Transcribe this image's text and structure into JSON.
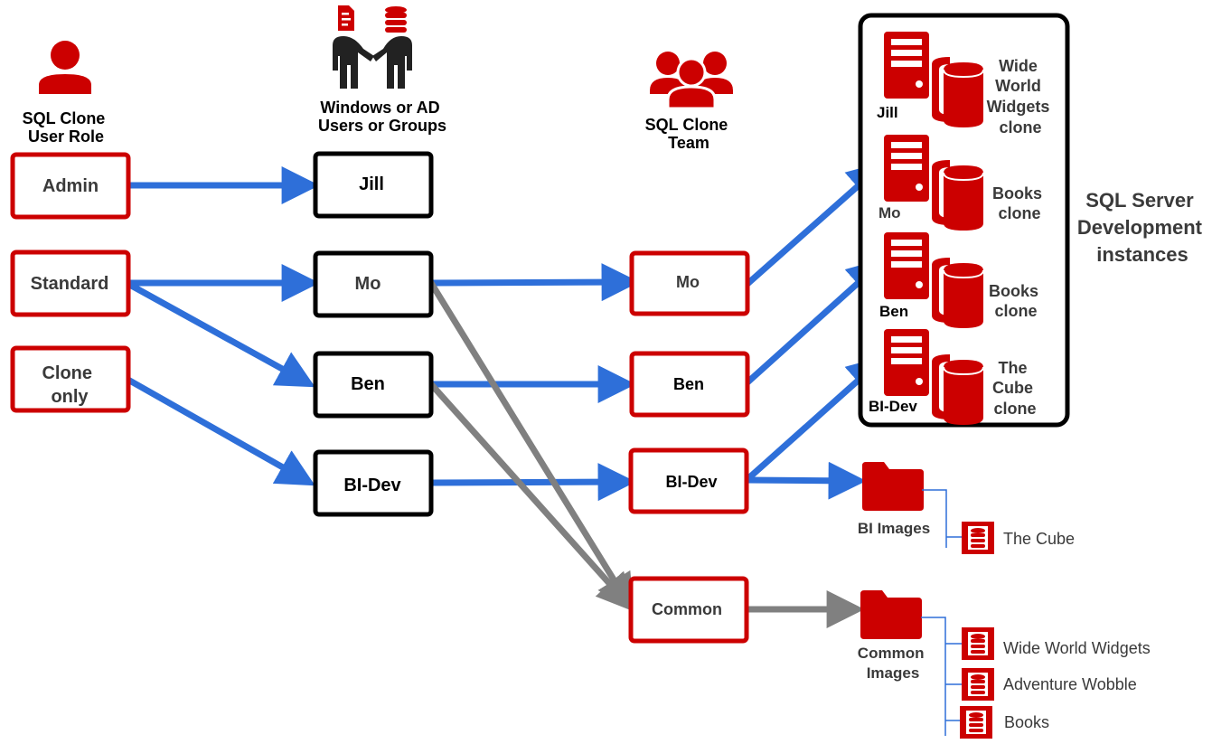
{
  "colors": {
    "red": "#CC0000",
    "blue": "#2E6FD9",
    "grey_arrow": "#808080",
    "black": "#000000",
    "text_dark": "#3A3A3A"
  },
  "headers": {
    "user_role": [
      "SQL Clone",
      "User Role"
    ],
    "ad_users": [
      "Windows or AD",
      "Users or Groups"
    ],
    "team": [
      "SQL Clone",
      "Team"
    ],
    "instances": [
      "SQL Server",
      "Development",
      "instances"
    ]
  },
  "icons": {
    "user_role": "person-icon",
    "ad_users": "handshake-icon",
    "team": "group-icon",
    "server": "server-icon",
    "database": "database-icon",
    "folder": "folder-icon",
    "image": "database-image-icon"
  },
  "roles": [
    {
      "id": "admin",
      "lines": [
        "Admin"
      ]
    },
    {
      "id": "standard",
      "lines": [
        "Standard"
      ]
    },
    {
      "id": "clone_only",
      "lines": [
        "Clone",
        "only"
      ]
    }
  ],
  "users": [
    {
      "id": "jill",
      "label": "Jill"
    },
    {
      "id": "mo",
      "label": "Mo"
    },
    {
      "id": "ben",
      "label": "Ben"
    },
    {
      "id": "bidev",
      "label": "BI-Dev"
    }
  ],
  "teams": [
    {
      "id": "mo",
      "label": "Mo"
    },
    {
      "id": "ben",
      "label": "Ben"
    },
    {
      "id": "bidev",
      "label": "BI-Dev"
    },
    {
      "id": "common",
      "label": "Common"
    }
  ],
  "instances": [
    {
      "owner": "Jill",
      "clone_lines": [
        "Wide",
        "World",
        "Widgets",
        "clone"
      ]
    },
    {
      "owner": "Mo",
      "clone_lines": [
        "Books",
        "clone"
      ]
    },
    {
      "owner": "Ben",
      "clone_lines": [
        "Books",
        "clone"
      ]
    },
    {
      "owner": "BI-Dev",
      "clone_lines": [
        "The",
        "Cube",
        "clone"
      ]
    }
  ],
  "image_folders": [
    {
      "id": "bi",
      "label_lines": [
        "BI Images"
      ],
      "images": [
        "The Cube"
      ]
    },
    {
      "id": "common",
      "label_lines": [
        "Common",
        "Images"
      ],
      "images": [
        "Wide World Widgets",
        "Adventure Wobble",
        "Books"
      ]
    }
  ],
  "connections": [
    {
      "from": "role:admin",
      "to": "user:jill",
      "color": "blue"
    },
    {
      "from": "role:standard",
      "to": "user:mo",
      "color": "blue"
    },
    {
      "from": "role:standard",
      "to": "user:ben",
      "color": "blue"
    },
    {
      "from": "role:clone_only",
      "to": "user:bidev",
      "color": "blue"
    },
    {
      "from": "user:mo",
      "to": "team:mo",
      "color": "blue"
    },
    {
      "from": "user:ben",
      "to": "team:ben",
      "color": "blue"
    },
    {
      "from": "user:bidev",
      "to": "team:bidev",
      "color": "blue"
    },
    {
      "from": "user:mo",
      "to": "team:common",
      "color": "grey"
    },
    {
      "from": "user:ben",
      "to": "team:common",
      "color": "grey"
    },
    {
      "from": "team:mo",
      "to": "instance:1",
      "color": "blue"
    },
    {
      "from": "team:ben",
      "to": "instance:2",
      "color": "blue"
    },
    {
      "from": "team:bidev",
      "to": "instance:3",
      "color": "blue"
    },
    {
      "from": "team:bidev",
      "to": "folder:bi",
      "color": "blue"
    },
    {
      "from": "team:common",
      "to": "folder:common",
      "color": "grey"
    }
  ]
}
